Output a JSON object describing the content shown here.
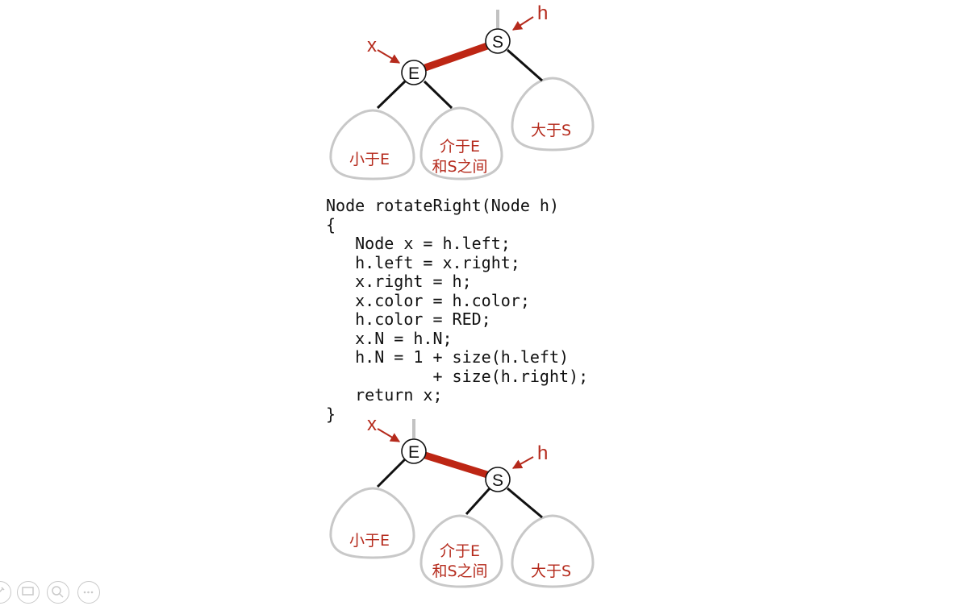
{
  "diagrams": {
    "before": {
      "root_node": "S",
      "child_node": "E",
      "pointer_x": "x",
      "pointer_h": "h",
      "subtree_less": "小于E",
      "subtree_between": [
        "介于E",
        "和S之间"
      ],
      "subtree_greater": "大于S"
    },
    "after": {
      "root_node": "E",
      "child_node": "S",
      "pointer_x": "x",
      "pointer_h": "h",
      "subtree_less": "小于E",
      "subtree_between": [
        "介于E",
        "和S之间"
      ],
      "subtree_greater": "大于S"
    }
  },
  "code": {
    "lines": [
      "Node rotateRight(Node h)",
      "{",
      "   Node x = h.left;",
      "   h.left = x.right;",
      "   x.right = h;",
      "   x.color = h.color;",
      "   h.color = RED;",
      "   x.N = h.N;",
      "   h.N = 1 + size(h.left)",
      "           + size(h.right);",
      "   return x;",
      "}"
    ]
  },
  "colors": {
    "red_link": "#bd2614",
    "label_red": "#b52a1c",
    "triangle_stroke": "#c8c8c8",
    "black_link": "#111111"
  },
  "toolbar": {
    "icons": [
      "pen-icon",
      "presentation-icon",
      "zoom-icon",
      "more-icon"
    ]
  }
}
